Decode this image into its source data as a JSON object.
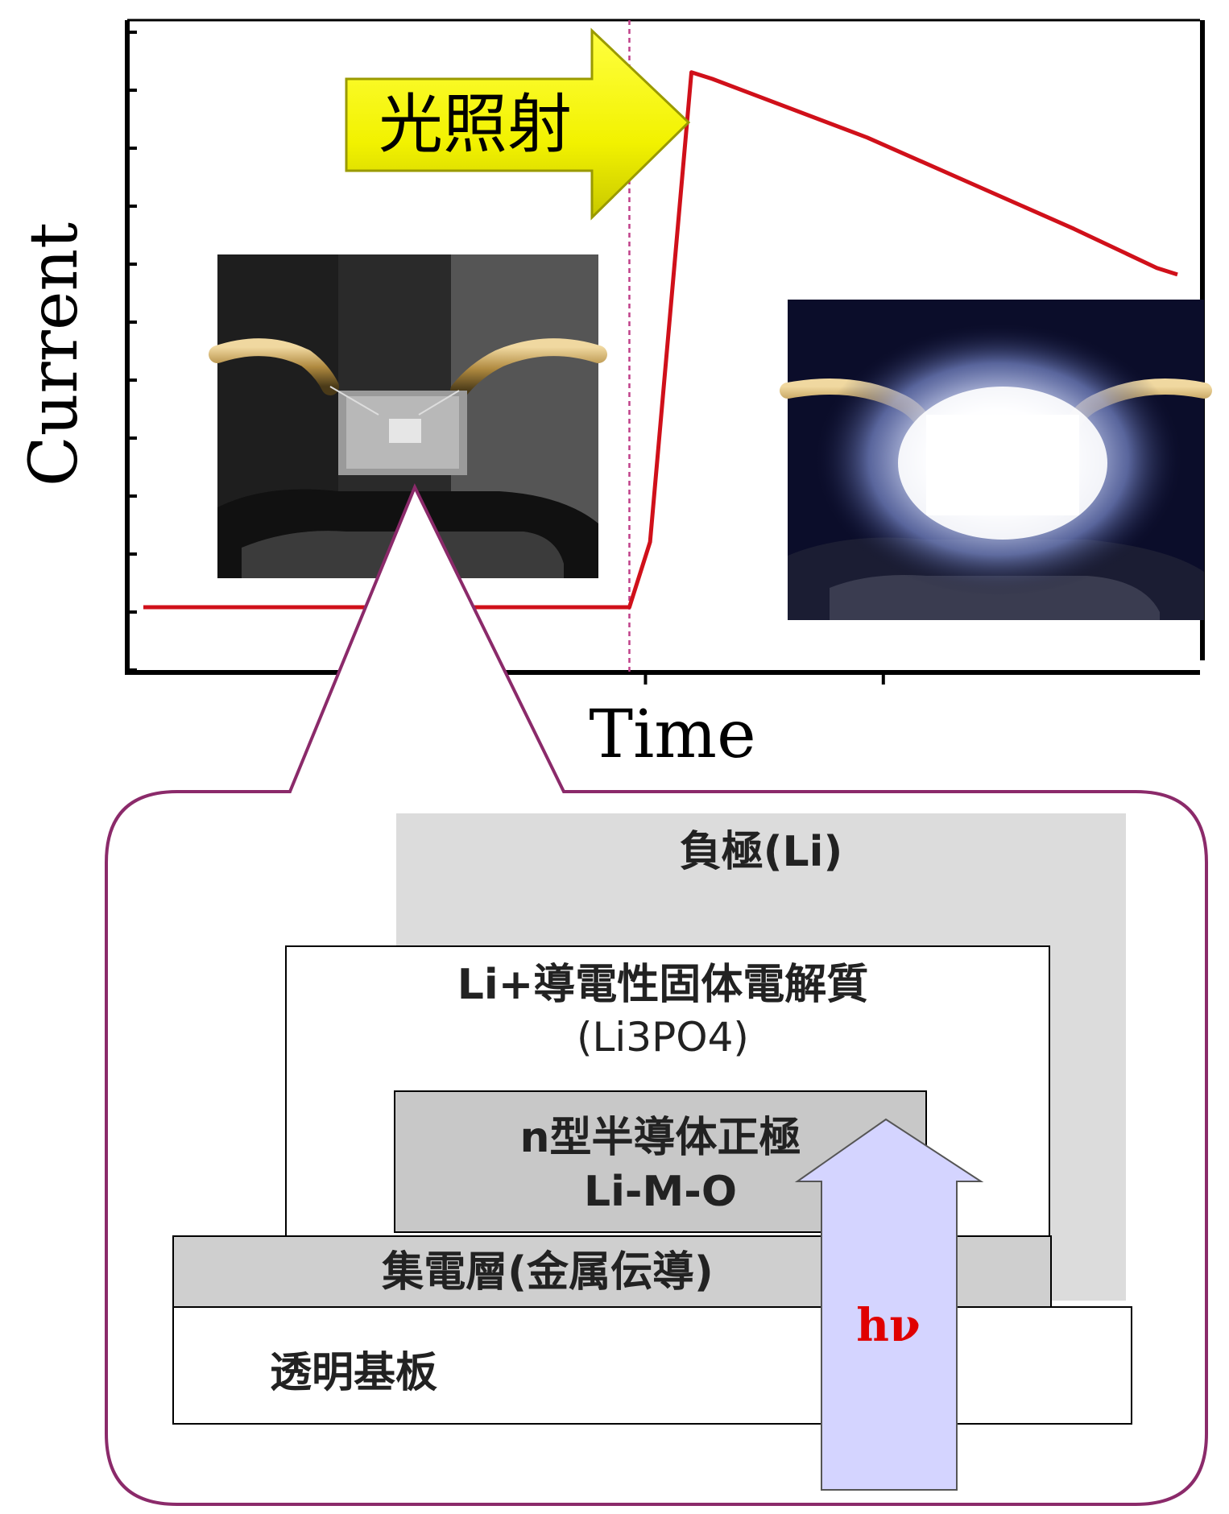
{
  "chart_data": {
    "type": "line",
    "xlabel": "Time",
    "ylabel": "Current",
    "grid": false,
    "series": [
      {
        "color": "#d0101a",
        "x": [
          0.0,
          0.47,
          0.49,
          0.53,
          0.55,
          0.6,
          0.7,
          0.8,
          0.9,
          0.98,
          1.0
        ],
        "y": [
          0.1,
          0.1,
          0.2,
          0.92,
          0.91,
          0.88,
          0.82,
          0.75,
          0.68,
          0.62,
          0.61
        ]
      }
    ],
    "xlim": [
      0,
      1
    ],
    "ylim": [
      0,
      1
    ],
    "event_marker": {
      "x": 0.47,
      "label": "光照射",
      "color": "#c0408a"
    }
  },
  "photos": {
    "before": "device-photo-dark",
    "after": "device-photo-illuminated"
  },
  "diagram": {
    "callout_color": "#8b2a6a",
    "layers": {
      "anode": "負極(Li)",
      "electrolyte_line1": "Li+導電性固体電解質",
      "electrolyte_line2": "(Li3PO4)",
      "cathode_line1": "n型半導体正極",
      "cathode_line2": "Li-M-O",
      "collector": "集電層(金属伝導)",
      "substrate": "透明基板"
    },
    "light_label": "hν",
    "colors": {
      "anode": "#dcdcdc",
      "electrolyte": "#ffffff",
      "cathode": "#c8c8c8",
      "collector": "#cfcfcf",
      "substrate": "#ffffff",
      "light_arrow": "#d4d4ff",
      "light_label": "#e00000",
      "arrow_yellow": "#ffff00"
    }
  }
}
